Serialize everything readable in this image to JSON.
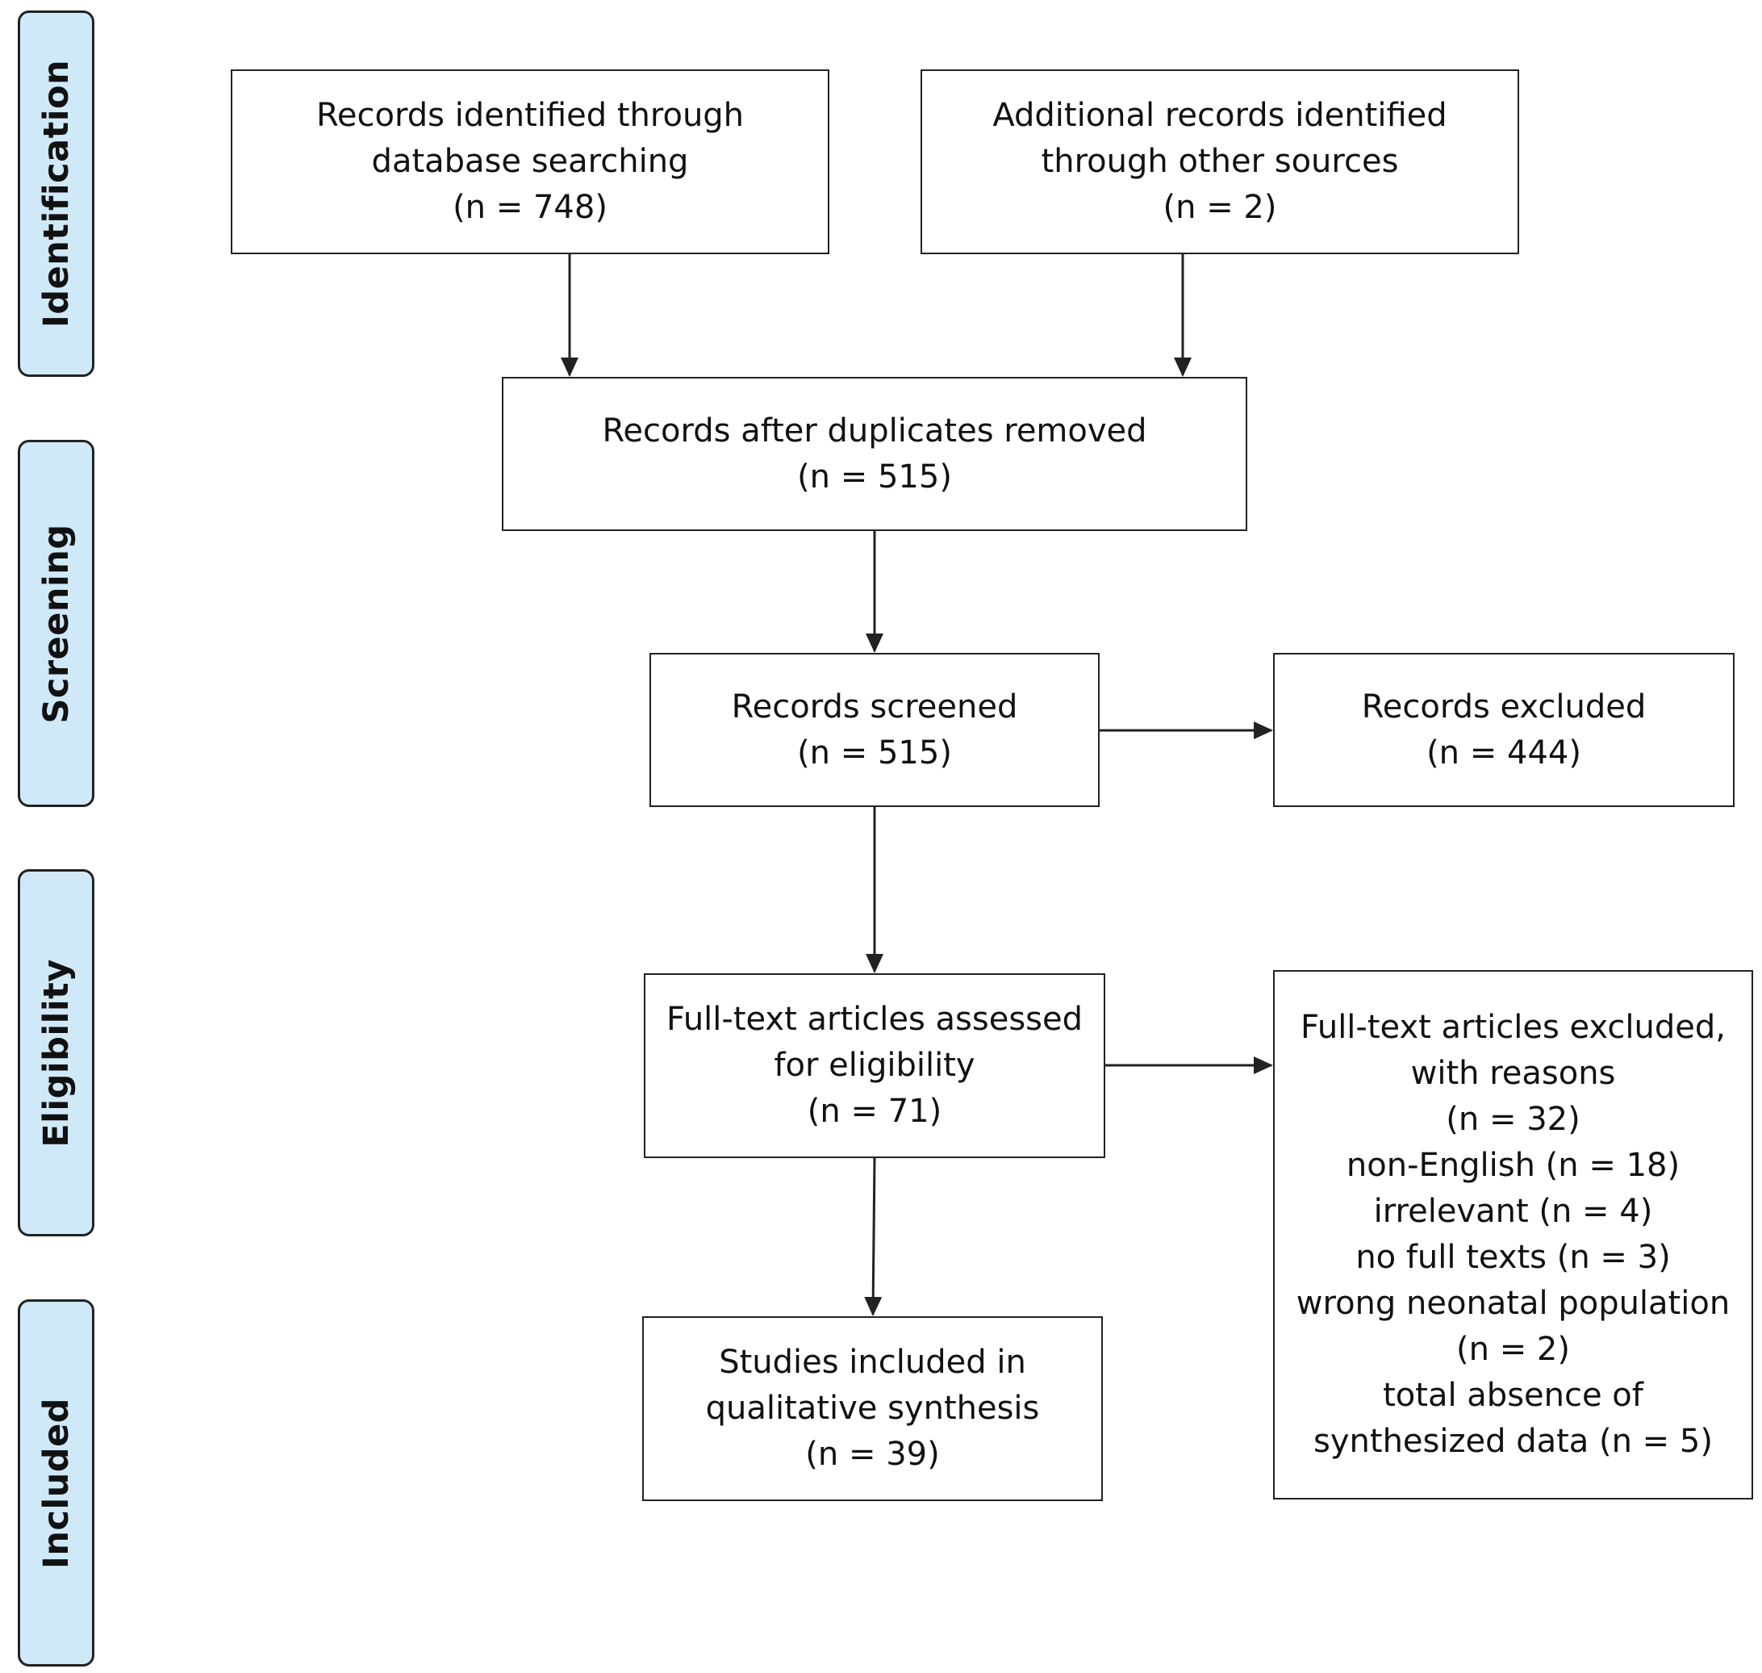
{
  "stages": {
    "identification": "Identification",
    "screening": "Screening",
    "eligibility": "Eligibility",
    "included": "Included"
  },
  "boxes": {
    "db_search": {
      "line1": "Records identified through",
      "line2": "database searching",
      "line3": "(n = 748)"
    },
    "other_sources": {
      "line1": "Additional records identified",
      "line2": "through other sources",
      "line3": "(n = 2)"
    },
    "dedup": {
      "line1": "Records after duplicates removed",
      "line2": "(n = 515)"
    },
    "screened": {
      "line1": "Records screened",
      "line2": "(n = 515)"
    },
    "excluded": {
      "line1": "Records excluded",
      "line2": "(n = 444)"
    },
    "fulltext": {
      "line1": "Full-text articles assessed",
      "line2": "for eligibility",
      "line3": "(n = 71)"
    },
    "ft_excluded": {
      "lines": [
        "Full-text articles excluded,",
        "with reasons",
        "(n = 32)",
        "non-English (n = 18)",
        "irrelevant (n = 4)",
        "no full texts (n = 3)",
        "wrong neonatal population",
        "(n = 2)",
        "total absence of",
        "synthesized data (n = 5)"
      ]
    },
    "included": {
      "line1": "Studies included in",
      "line2": "qualitative synthesis",
      "line3": "(n = 39)"
    }
  },
  "colors": {
    "stage_fill": "#cfe9f9",
    "stroke": "#222222"
  }
}
